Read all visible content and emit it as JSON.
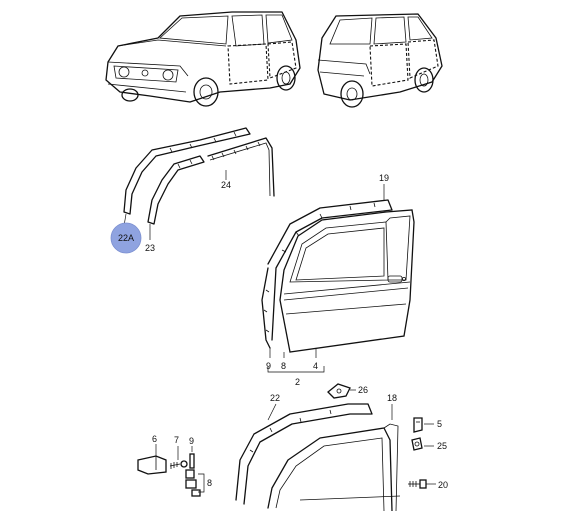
{
  "colors": {
    "ink": "#111111",
    "highlight": "#8fa3e0",
    "background": "#ffffff"
  },
  "callouts": {
    "n24": "24",
    "n22a": "22A",
    "n23": "23",
    "n19": "19",
    "n9a": "9",
    "n8a": "8",
    "n4": "4",
    "n2": "2",
    "n26": "26",
    "n22": "22",
    "n18": "18",
    "n5": "5",
    "n25": "25",
    "n20": "20",
    "n6": "6",
    "n7": "7",
    "n9b": "9",
    "n8b": "8"
  },
  "highlighted_callout": "22A"
}
